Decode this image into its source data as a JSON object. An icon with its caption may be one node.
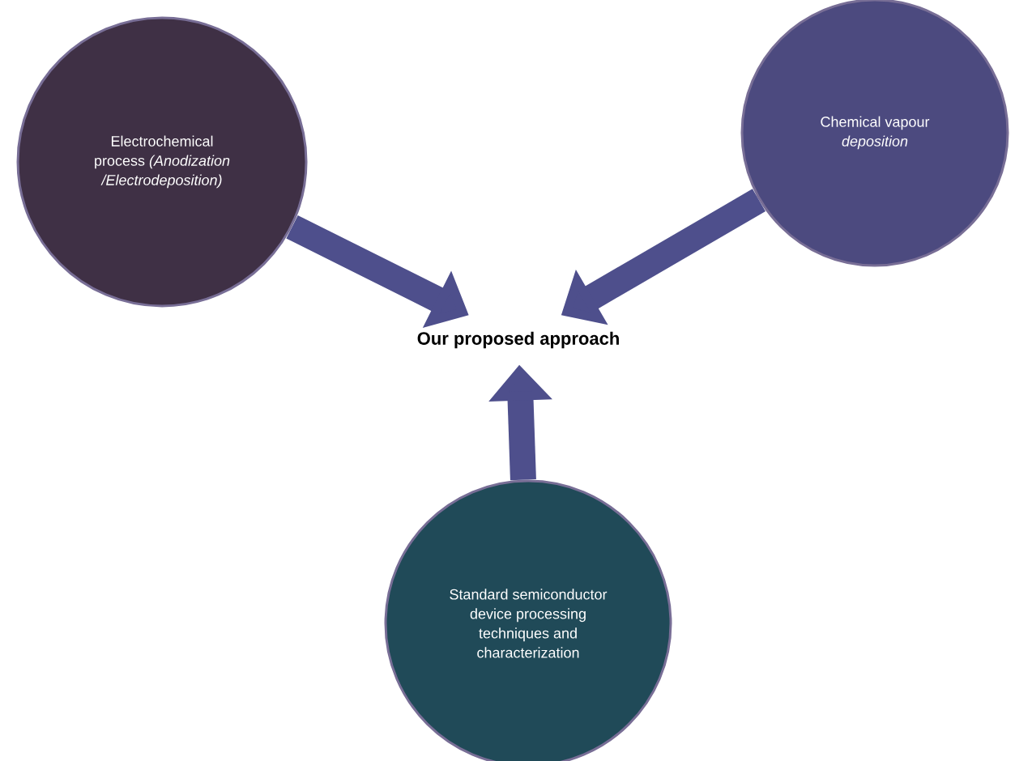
{
  "diagram": {
    "nodes": [
      {
        "text": [
          "Electrochemical process *(Anodization /Electrodeposition)*"
        ]
      },
      {
        "text": [
          "Chemical vapour *deposition*"
        ]
      },
      {
        "text": [
          "Our proposed approach"
        ]
      },
      {
        "text": [
          "Standard semiconductor device processing techniques and characterization"
        ]
      }
    ],
    "edges": [
      {
        "from": 0,
        "to": 2,
        "arrow": "to"
      },
      {
        "from": 1,
        "to": 2,
        "arrow": "to"
      },
      {
        "from": 3,
        "to": 2,
        "arrow": "to"
      }
    ]
  }
}
